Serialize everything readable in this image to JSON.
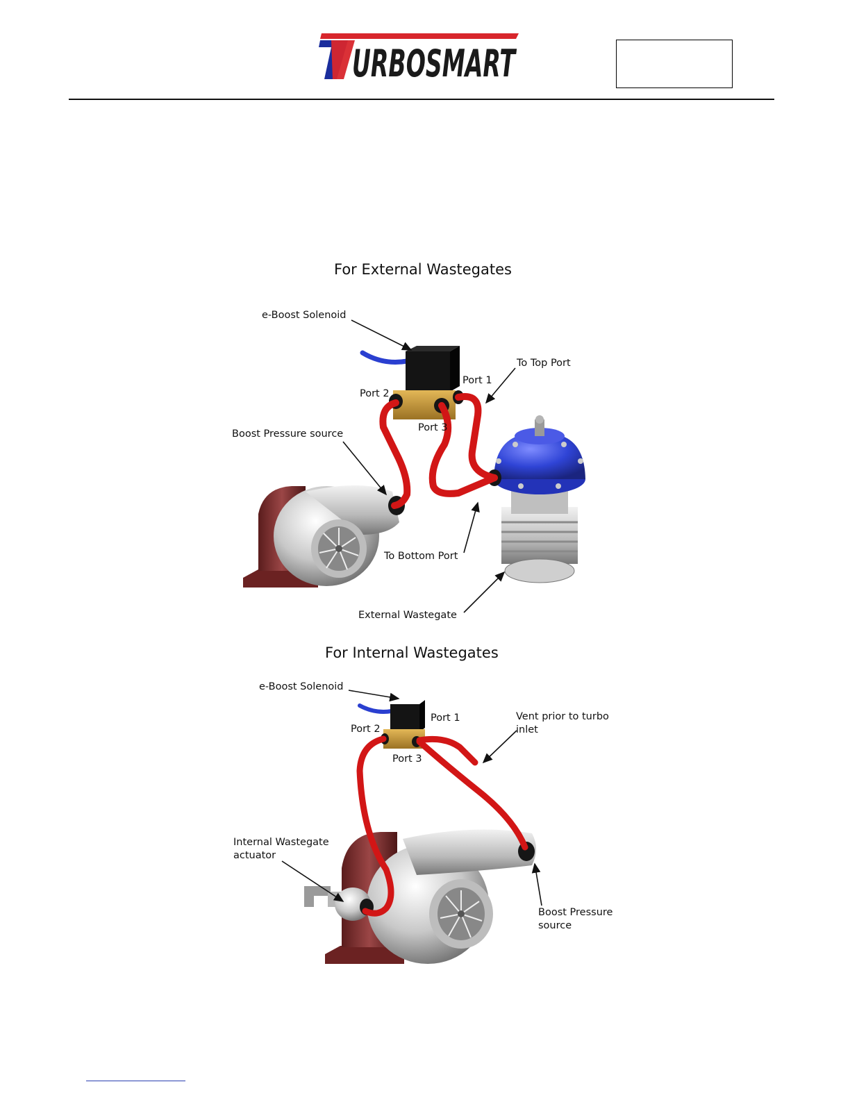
{
  "header": {
    "brand": "TURBOSMART",
    "colors": {
      "brand_red": "#d8262c",
      "brand_blue": "#1a2d9c",
      "brand_dark": "#1a1a1a"
    }
  },
  "external": {
    "title": "For External Wastegates",
    "labels": {
      "solenoid": "e-Boost Solenoid",
      "to_top_port": "To Top Port",
      "port1": "Port 1",
      "port2": "Port 2",
      "port3": "Port 3",
      "boost_source": "Boost Pressure source",
      "to_bottom_port": "To Bottom Port",
      "external_wastegate": "External Wastegate"
    }
  },
  "internal": {
    "title": "For Internal Wastegates",
    "labels": {
      "solenoid": "e-Boost Solenoid",
      "port1": "Port 1",
      "port2": "Port 2",
      "port3": "Port 3",
      "vent_line1": "Vent prior to turbo",
      "vent_line2": "inlet",
      "actuator_line1": "Internal Wastegate",
      "actuator_line2": "actuator",
      "boost_line1": "Boost Pressure",
      "boost_line2": "source"
    }
  },
  "colors": {
    "hose": "#d21616",
    "solenoid_body": "#111111",
    "solenoid_block": "#c99a35",
    "wastegate_cap": "#2a3fd0",
    "turbo_housing": "#7a2a2a",
    "turbo_silver": "#c9c9c9"
  }
}
